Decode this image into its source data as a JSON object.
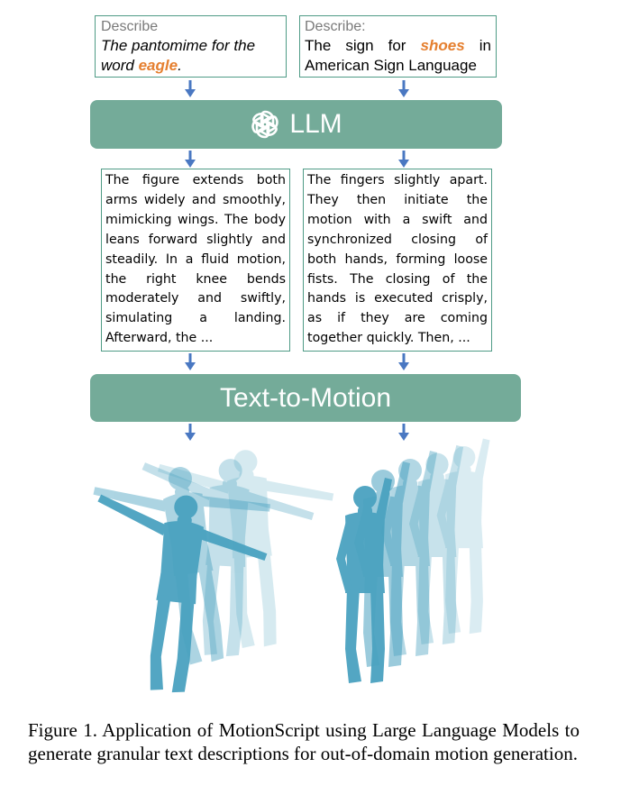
{
  "prompts": [
    {
      "label": "Describe",
      "text_pre": "The pantomime for the word ",
      "highlight": "eagle",
      "text_post": "."
    },
    {
      "label": "Describe:",
      "text_pre": "The sign for ",
      "highlight": "shoes",
      "text_post": " in American Sign Language"
    }
  ],
  "llm": {
    "icon": "openai-logo-icon",
    "label": "LLM"
  },
  "descriptions": [
    "The figure extends both arms widely and smoothly, mimicking wings. The body leans forward slightly and steadily. In a fluid motion, the right knee bends moderately and swiftly, simulating a landing. Afterward, the ...",
    "The fingers slightly apart. They then initiate the motion with a swift and synchronized closing of both hands, forming loose fists. The closing of the hands is executed crisply, as if they are coming together quickly. Then, ..."
  ],
  "t2m": {
    "label": "Text-to-Motion"
  },
  "colors": {
    "accent": "#74ab99",
    "border": "#4f9b86",
    "arrow": "#4a78c2",
    "highlight": "#e57f2f",
    "figure": "#4aa2c0"
  },
  "caption": "Figure 1.  Application of MotionScript using Large Language Models to generate granular text descriptions for out-of-domain motion generation."
}
